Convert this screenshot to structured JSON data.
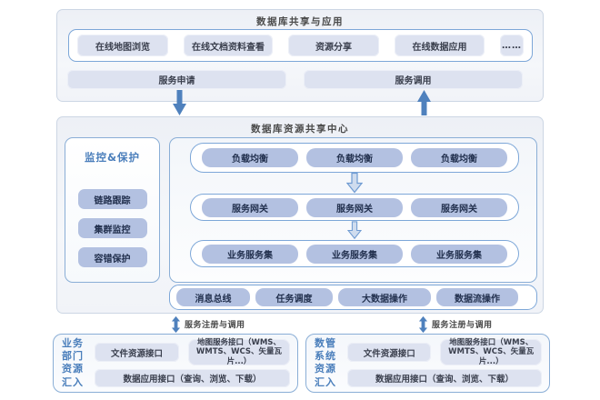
{
  "top": {
    "title": "数据库共享与应用",
    "apps": [
      "在线地图浏览",
      "在线文档资料查看",
      "资源分享",
      "在线数据应用",
      "……"
    ],
    "service_apply": "服务申请",
    "service_call": "服务调用"
  },
  "center": {
    "title": "数据库资源共享中心",
    "monitor": {
      "title": "监控&保护",
      "items": [
        "链路跟踪",
        "集群监控",
        "容错保护"
      ]
    },
    "rows": [
      {
        "items": [
          "负载均衡",
          "负载均衡",
          "负载均衡"
        ]
      },
      {
        "items": [
          "服务网关",
          "服务网关",
          "服务网关"
        ]
      },
      {
        "items": [
          "业务服务集",
          "业务服务集",
          "业务服务集"
        ]
      }
    ],
    "bus": [
      "消息总线",
      "任务调度",
      "大数据操作",
      "数据流操作"
    ]
  },
  "links": {
    "label": "服务注册与调用"
  },
  "bottom": [
    {
      "label_lines": [
        "业务",
        "部门",
        "资源",
        "汇入"
      ],
      "file_interface": "文件资源接口",
      "map_interface": "地图服务接口（WMS、WMTS、WCS、矢量瓦片...）",
      "data_interface": "数据应用接口（查询、浏览、下载）"
    },
    {
      "label_lines": [
        "数管",
        "系统",
        "资源",
        "汇入"
      ],
      "file_interface": "文件资源接口",
      "map_interface": "地图服务接口（WMS、WMTS、WCS、矢量瓦片...）",
      "data_interface": "数据应用接口（查询、浏览、下载）"
    }
  ],
  "colors": {
    "accent_arrow": "#4f81bd",
    "pill_dark": "#b3c1e1",
    "pill_light": "#dde2f0",
    "panel_border": "#7da7d8",
    "blue_text": "#4a7ebb",
    "block_arrow_fill": "#cfdcee",
    "block_arrow_stroke": "#6f9bd2"
  }
}
